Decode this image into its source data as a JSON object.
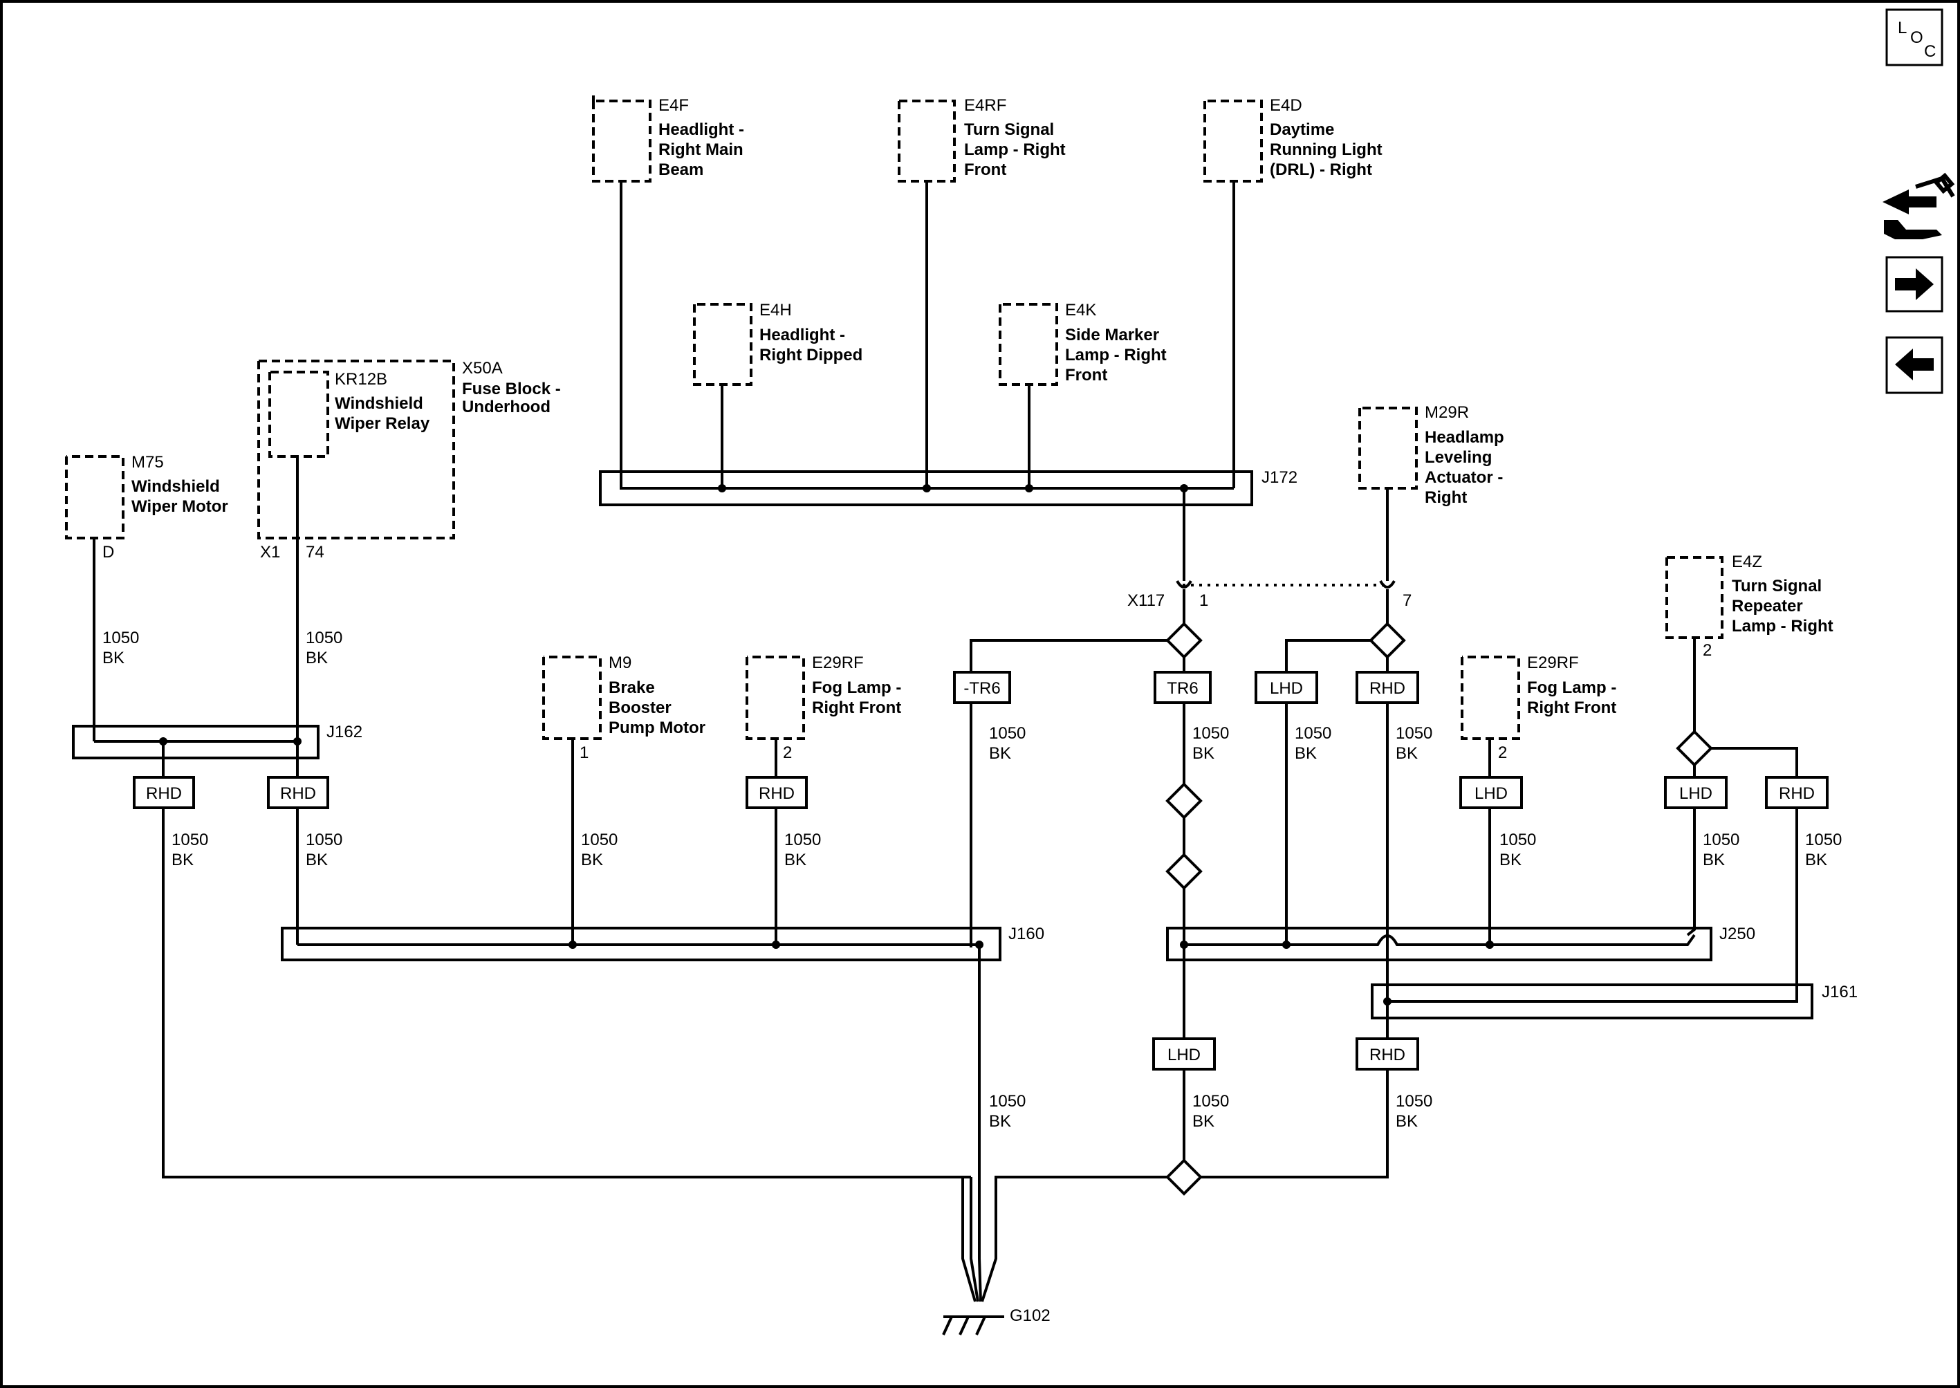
{
  "nav": {
    "loc_l": "L",
    "loc_o": "O",
    "loc_c": "C"
  },
  "components": {
    "e4f": {
      "id": "E4F",
      "l1": "Headlight -",
      "l2": "Right Main",
      "l3": "Beam"
    },
    "e4rf": {
      "id": "E4RF",
      "l1": "Turn Signal",
      "l2": "Lamp - Right",
      "l3": "Front"
    },
    "e4d": {
      "id": "E4D",
      "l1": "Daytime",
      "l2": "Running Light",
      "l3": "(DRL) - Right"
    },
    "e4h": {
      "id": "E4H",
      "l1": "Headlight -",
      "l2": "Right Dipped"
    },
    "e4k": {
      "id": "E4K",
      "l1": "Side Marker",
      "l2": "Lamp - Right",
      "l3": "Front"
    },
    "x50a": {
      "id": "X50A",
      "l1": "Fuse Block -",
      "l2": "Underhood"
    },
    "kr12b": {
      "id": "KR12B",
      "l1": "Windshield",
      "l2": "Wiper Relay"
    },
    "m75": {
      "id": "M75",
      "l1": "Windshield",
      "l2": "Wiper Motor"
    },
    "m29r": {
      "id": "M29R",
      "l1": "Headlamp",
      "l2": "Leveling",
      "l3": "Actuator -",
      "l4": "Right"
    },
    "e4z": {
      "id": "E4Z",
      "l1": "Turn Signal",
      "l2": "Repeater",
      "l3": "Lamp - Right"
    },
    "m9": {
      "id": "M9",
      "l1": "Brake",
      "l2": "Booster",
      "l3": "Pump Motor"
    },
    "e29rf_a": {
      "id": "E29RF",
      "l1": "Fog Lamp -",
      "l2": "Right Front"
    },
    "e29rf_b": {
      "id": "E29RF",
      "l1": "Fog Lamp -",
      "l2": "Right Front"
    }
  },
  "splices": {
    "j172": "J172",
    "j162": "J162",
    "j160": "J160",
    "j250": "J250",
    "j161": "J161"
  },
  "connector": {
    "x117": "X117",
    "pin1": "1",
    "pin7": "7"
  },
  "pins": {
    "m75": "D",
    "x50a_conn": "X1",
    "x50a_pin": "74",
    "m9": "1",
    "e29rf_a": "2",
    "e29rf_b": "2",
    "e4z": "2"
  },
  "options": {
    "rhd": "RHD",
    "lhd": "LHD",
    "tr6": "TR6",
    "ntr6": "-TR6"
  },
  "wire": {
    "circuit": "1050",
    "color": "BK"
  },
  "ground": {
    "id": "G102"
  }
}
